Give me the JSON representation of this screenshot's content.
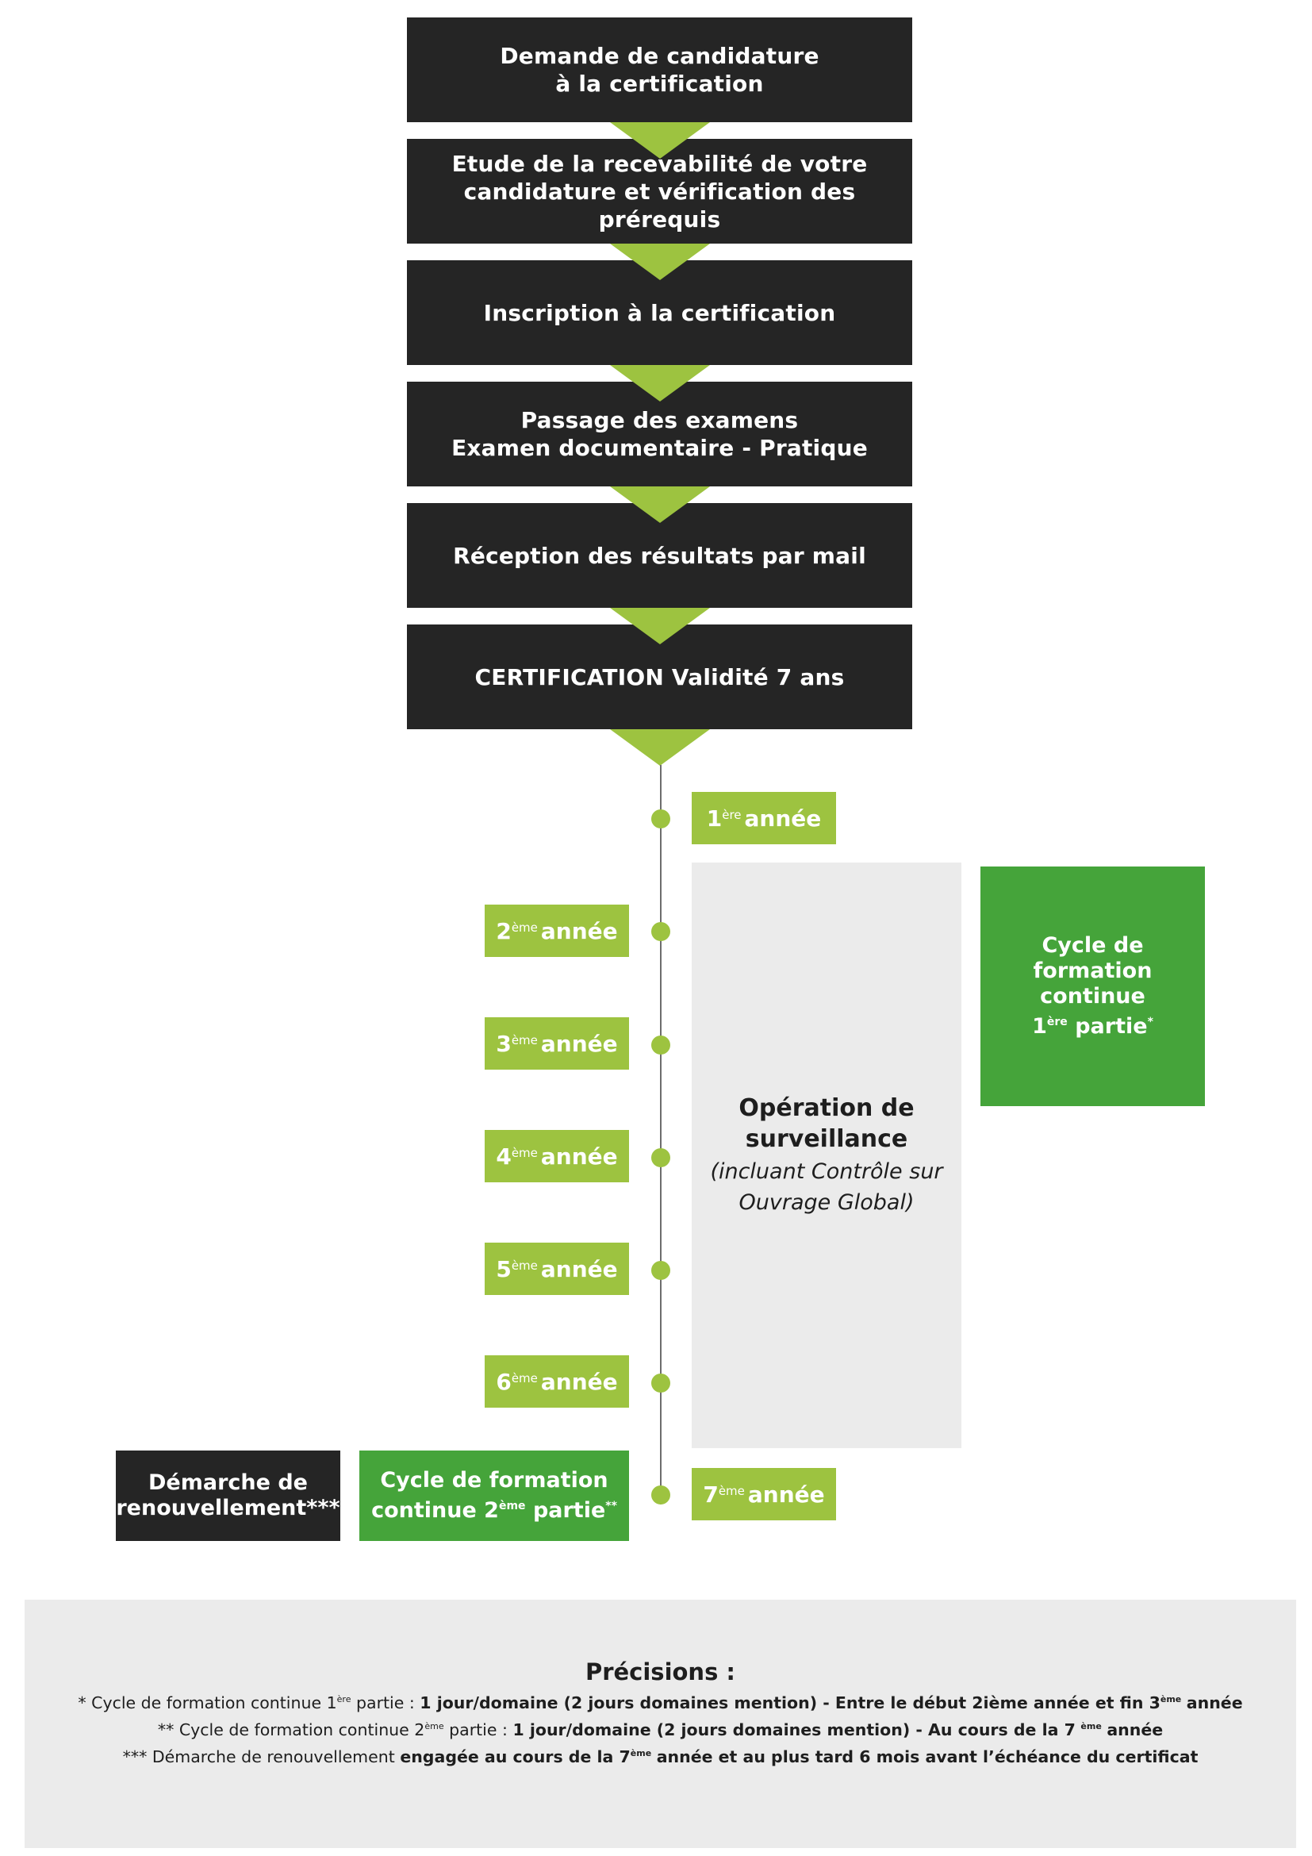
{
  "steps": [
    {
      "line1": "Demande de candidature",
      "line2": "à la certification"
    },
    {
      "line1": "Etude de la recevabilité de votre",
      "line2": "candidature et vérification des prérequis"
    },
    {
      "line1": "Inscription à la certification",
      "line2": ""
    },
    {
      "line1": "Passage des examens",
      "line2": "Examen documentaire - Pratique"
    },
    {
      "line1": "Réception des résultats par mail",
      "line2": ""
    },
    {
      "line1": "CERTIFICATION Validité 7 ans",
      "line2": ""
    }
  ],
  "years": [
    {
      "num": "1",
      "sup": "ère",
      "label": "année"
    },
    {
      "num": "2",
      "sup": "ème",
      "label": "année"
    },
    {
      "num": "3",
      "sup": "ème",
      "label": "année"
    },
    {
      "num": "4",
      "sup": "ème",
      "label": "année"
    },
    {
      "num": "5",
      "sup": "ème",
      "label": "année"
    },
    {
      "num": "6",
      "sup": "ème",
      "label": "année"
    },
    {
      "num": "7",
      "sup": "ème",
      "label": "année"
    }
  ],
  "surveillance": {
    "title": "Opération de surveillance",
    "subtitle": "(incluant Contrôle sur Ouvrage Global)"
  },
  "cycle1": {
    "line1": "Cycle de",
    "line2": "formation",
    "line3": "continue",
    "num": "1",
    "sup": "ère",
    "rest": "partie",
    "mark": "*"
  },
  "cycle2": {
    "line1": "Cycle de formation",
    "line2a": "continue 2",
    "sup": "ème",
    "rest": "partie",
    "mark": "**"
  },
  "renewal": {
    "line1": "Démarche de",
    "line2": "renouvellement***"
  },
  "notes": {
    "title": "Précisions :",
    "n1_pre": "* Cycle de formation continue 1",
    "n1_sup": "ère",
    "n1_mid": " partie : ",
    "n1_bold": "1 jour/domaine (2 jours domaines mention) - Entre le début 2ième année et fin 3",
    "n1_sup2": "ème",
    "n1_end": "année",
    "n2_pre": "** Cycle de formation continue 2",
    "n2_sup": "ème",
    "n2_mid": " partie : ",
    "n2_bold": "1 jour/domaine (2 jours domaines mention) - Au cours de la 7",
    "n2_sup2": "ème",
    "n2_end": "année",
    "n3_pre": "*** Démarche de renouvellement ",
    "n3_bold": "engagée au cours de la 7",
    "n3_sup": "ème",
    "n3_end": "année et au plus tard 6 mois avant l’échéance du certificat"
  },
  "colors": {
    "dark": "#252525",
    "lime": "#9dc340",
    "green": "#45a43a",
    "grey": "#ebebeb"
  }
}
